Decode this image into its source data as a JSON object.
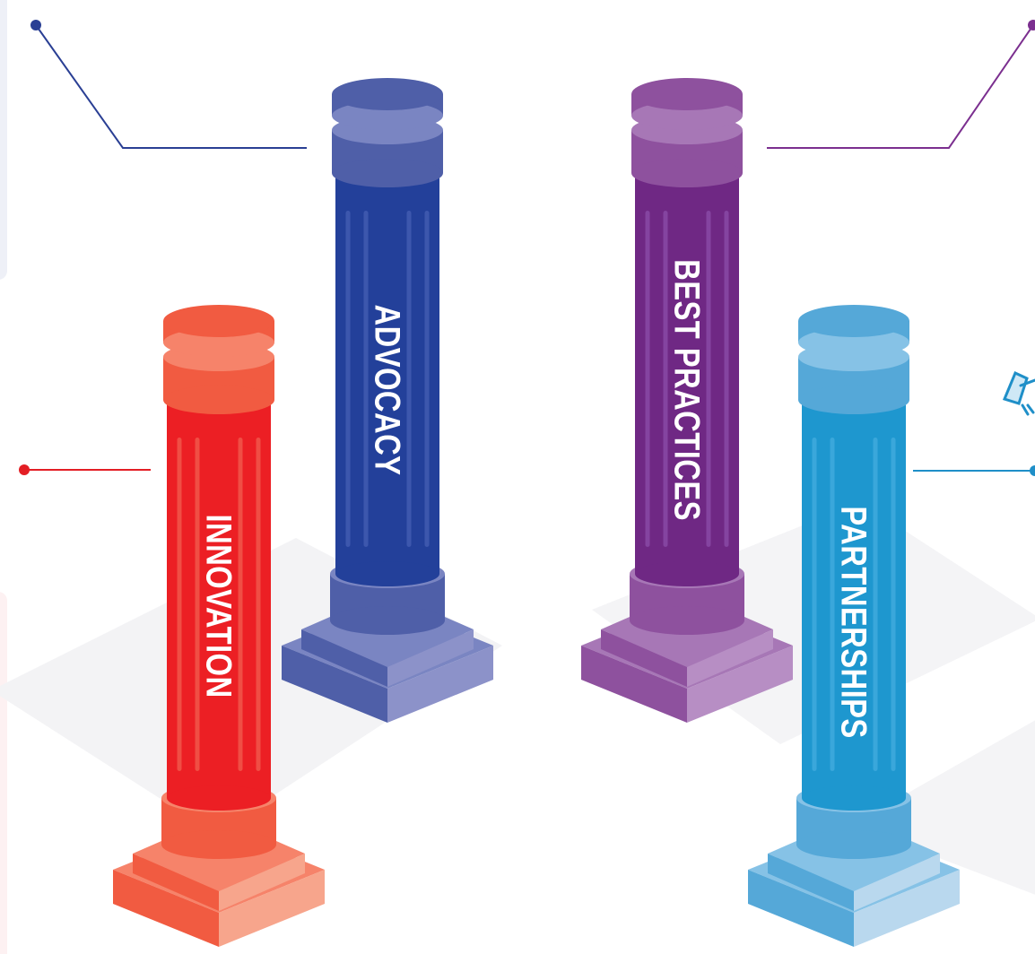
{
  "pillars": [
    {
      "id": "innovation",
      "label": "INNOVATION",
      "colors": {
        "shaft": "#ec1f24",
        "cap": "#f15b41",
        "cap_light": "#f6836a",
        "base_light": "#f7a58c",
        "flute": "#f04e44",
        "line": "#e31e24"
      }
    },
    {
      "id": "advocacy",
      "label": "ADVOCACY",
      "colors": {
        "shaft": "#23409a",
        "cap": "#4f5fa8",
        "cap_light": "#7a85c2",
        "base_light": "#8c92c9",
        "flute": "#3d57ad",
        "line": "#2a3f94"
      }
    },
    {
      "id": "best-practices",
      "label": "BEST PRACTICES",
      "colors": {
        "shaft": "#6f2884",
        "cap": "#8e519e",
        "cap_light": "#a777b6",
        "base_light": "#b78ec4",
        "flute": "#8444a0",
        "line": "#7b2f8f"
      }
    },
    {
      "id": "partnerships",
      "label": "PARTNERSHIPS",
      "colors": {
        "shaft": "#1e97cf",
        "cap": "#55a8d8",
        "cap_light": "#86c2e6",
        "base_light": "#b9d8ee",
        "flute": "#3aa7db",
        "line": "#1f8fc8"
      }
    }
  ],
  "colors": {
    "background": "#ffffff",
    "panel": "#eef0f7",
    "panel_pink": "#fdf1f2",
    "shadow": "#f1f1f3"
  }
}
